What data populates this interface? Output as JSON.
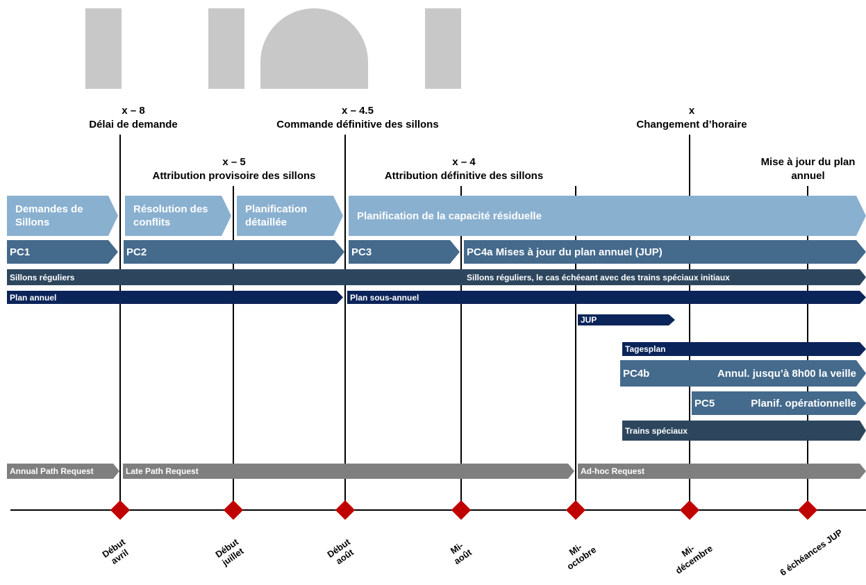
{
  "milestones": [
    {
      "code": "x – 8",
      "label": "Délai de demande"
    },
    {
      "code": "x – 4.5",
      "label": "Commande définitive des sillons"
    },
    {
      "code": "x",
      "label": "Changement d’horaire"
    },
    {
      "code": "x – 5",
      "label": "Attribution provisoire des sillons"
    },
    {
      "code": "x – 4",
      "label": "Attribution définitive des sillons"
    },
    {
      "code": "",
      "label": "Mise à jour du plan annuel"
    }
  ],
  "phases": {
    "demandes": "Demandes de Sillons",
    "resolution": "Résolution des conflits",
    "planification_detaillee": "Planification détaillée",
    "capacite_residuelle": "Planification de la capacité résiduelle"
  },
  "pcs": {
    "pc1": "PC1",
    "pc2": "PC2",
    "pc3": "PC3",
    "pc4a": "PC4a Mises à jour du plan annuel (JUP)",
    "pc4b_code": "PC4b",
    "pc4b_text": "Annul. jusqu’à 8h00 la veille",
    "pc5_code": "PC5",
    "pc5_text": "Planif. opérationnelle"
  },
  "rows": {
    "sillons_reguliers": "Sillons réguliers",
    "sillons_reguliers_speciaux": "Sillons réguliers, le cas échéeant avec des trains spéciaux initiaux",
    "plan_annuel": "Plan annuel",
    "plan_sous_annuel": "Plan sous-annuel",
    "jup": "JUP",
    "tagesplan": "Tagesplan",
    "trains_speciaux": "Trains spéciaux",
    "annual_path_request": "Annual Path Request",
    "late_path_request": "Late Path Request",
    "adhoc_request": "Ad-hoc Request"
  },
  "ticks": [
    {
      "line1": "Début",
      "line2": "avril"
    },
    {
      "line1": "Début",
      "line2": "juillet"
    },
    {
      "line1": "Début",
      "line2": "août"
    },
    {
      "line1": "Mi-",
      "line2": "août"
    },
    {
      "line1": "Mi-",
      "line2": "octobre"
    },
    {
      "line1": "Mi-",
      "line2": "décembre"
    },
    {
      "line1": "6 échéances JUP",
      "line2": ""
    }
  ],
  "colors": {
    "light_blue": "#8ab0d0",
    "mid_blue": "#446a8c",
    "dark_slate": "#2d465e",
    "navy": "#0b2459",
    "grey": "#7f7f7f",
    "marker_red": "#c00000"
  }
}
